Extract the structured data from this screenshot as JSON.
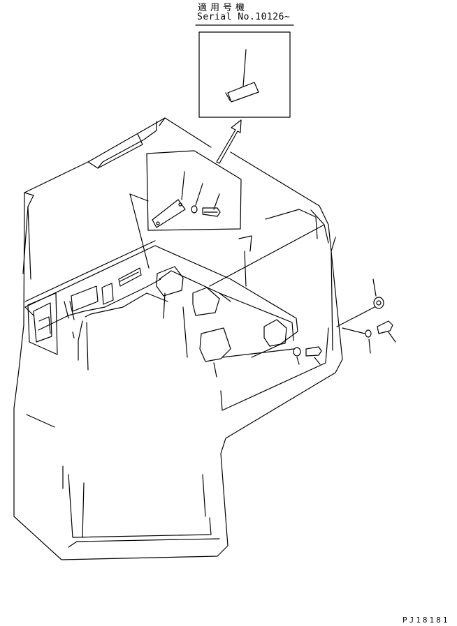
{
  "header": {
    "applicable_model_jp": "適用号機",
    "serial_text": "Serial No.10126~"
  },
  "footer": {
    "drawing_code": "PJ18181"
  }
}
